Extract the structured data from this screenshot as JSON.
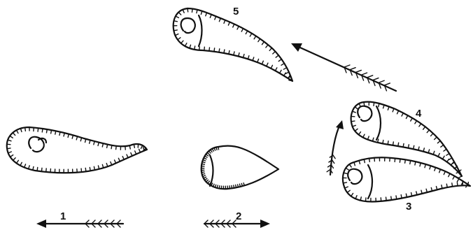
{
  "figure": {
    "organisms": [
      {
        "label": "1",
        "stage": "elongated-swimming"
      },
      {
        "label": "2",
        "stage": "contracted"
      },
      {
        "label": "3",
        "stage": "pair-lower"
      },
      {
        "label": "4",
        "stage": "pair-upper"
      },
      {
        "label": "5",
        "stage": "extended"
      }
    ],
    "arrows": [
      {
        "direction": "left"
      },
      {
        "direction": "right"
      },
      {
        "direction": "up-left"
      },
      {
        "direction": "up"
      }
    ],
    "colors": {
      "ink": "#111111",
      "background": "#ffffff"
    }
  }
}
